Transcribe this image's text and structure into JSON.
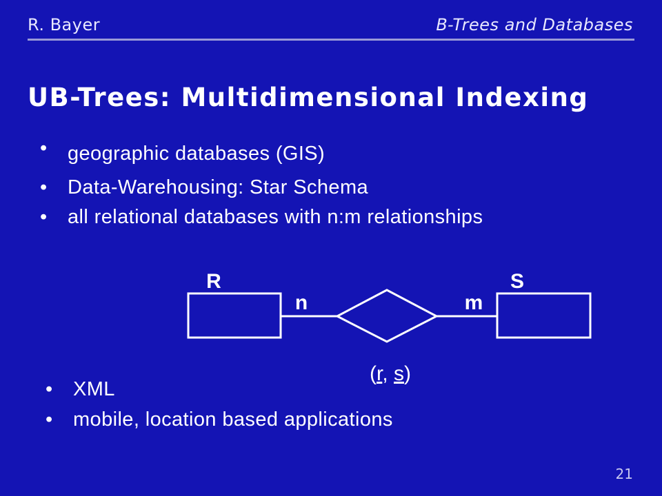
{
  "header": {
    "author": "R. Bayer",
    "course": "B-Trees and Databases"
  },
  "slide": {
    "title": "UB-Trees: Multidimensional Indexing",
    "page_number": "21"
  },
  "bullets_top": [
    {
      "marker": "•",
      "text": "geographic databases (GIS)"
    },
    {
      "marker": "•",
      "text": "Data-Warehousing: Star Schema"
    },
    {
      "marker": "•",
      "text": "all relational databases with n:m relationships"
    }
  ],
  "diagram": {
    "entity_left": "R",
    "entity_right": "S",
    "cardinality_left": "n",
    "cardinality_right": "m",
    "relationship_key": {
      "open": "(",
      "key1": "r",
      "sep": ", ",
      "key2": "s",
      "close": ")"
    }
  },
  "bullets_bottom": [
    {
      "marker": "•",
      "text": "XML"
    },
    {
      "marker": "•",
      "text": "mobile, location based applications"
    }
  ],
  "colors": {
    "background": "#1414b4",
    "text": "#ffffff",
    "rule": "#9a9ad8"
  }
}
